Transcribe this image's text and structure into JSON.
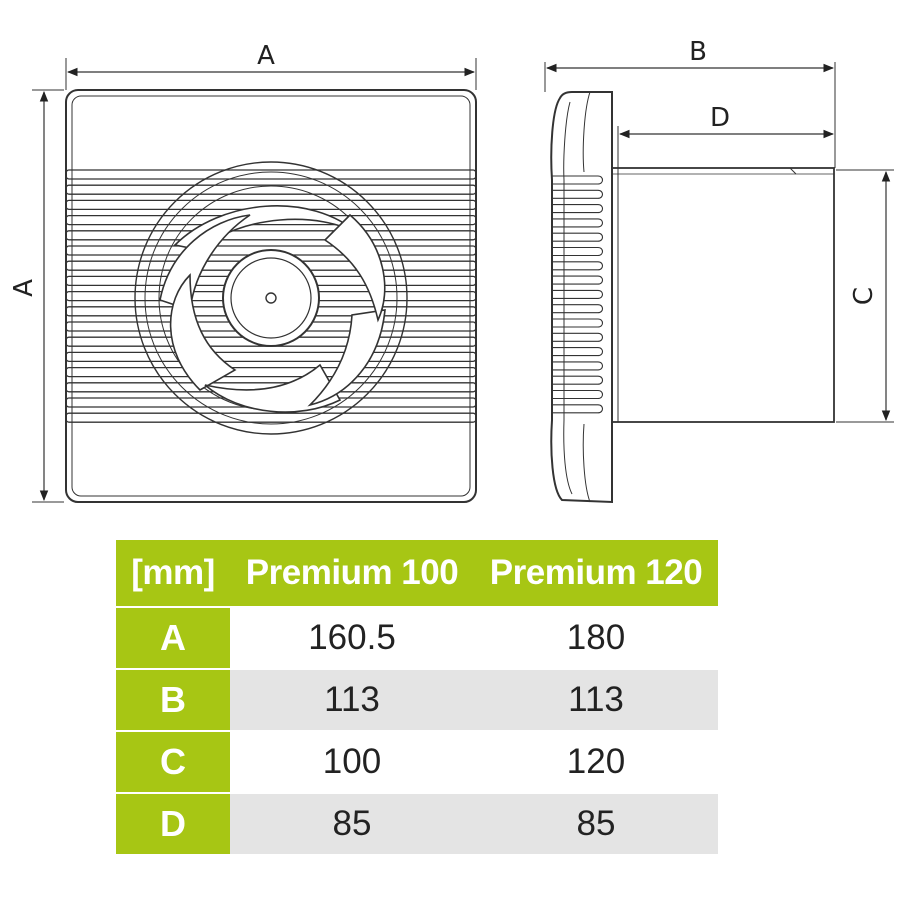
{
  "drawing": {
    "front_width_label": "A",
    "front_height_label": "A",
    "side_depth_label": "B",
    "side_pipe_label": "D",
    "side_diameter_label": "C"
  },
  "table": {
    "header": [
      "[mm]",
      "Premium 100",
      "Premium 120"
    ],
    "rows": [
      {
        "label": "A",
        "values": [
          "160.5",
          "180"
        ]
      },
      {
        "label": "B",
        "values": [
          "113",
          "113"
        ]
      },
      {
        "label": "C",
        "values": [
          "100",
          "120"
        ]
      },
      {
        "label": "D",
        "values": [
          "85",
          "85"
        ]
      }
    ]
  },
  "colors": {
    "accent": "#a7c614",
    "stripe": "#e4e4e4",
    "line": "#333333"
  }
}
